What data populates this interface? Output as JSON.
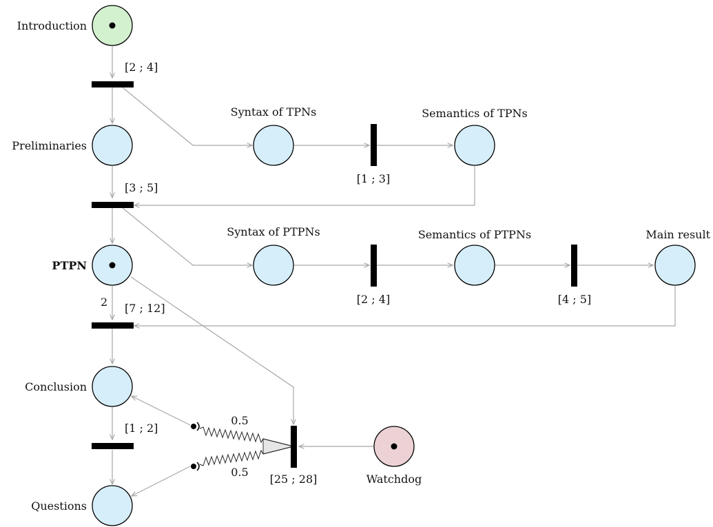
{
  "colors": {
    "place_fill": "#d6eef9",
    "intro_fill": "#d3f0cf",
    "watchdog_fill": "#ecd2d4",
    "arc": "#a6a6a6",
    "transition": "#000000",
    "cone_fill": "#e6e6e6"
  },
  "places": {
    "introduction": "Introduction",
    "preliminaries": "Preliminaries",
    "ptpn": "PTPN",
    "conclusion": "Conclusion",
    "questions": "Questions",
    "syntax_tpns": "Syntax of TPNs",
    "semantics_tpns": "Semantics of TPNs",
    "syntax_ptpns": "Syntax of PTPNs",
    "semantics_ptpns": "Semantics of PTPNs",
    "main_result": "Main result",
    "watchdog": "Watchdog"
  },
  "intervals": {
    "t1": "[2 ; 4]",
    "t2": "[3 ; 5]",
    "t3": "[7 ; 12]",
    "t4": "[1 ; 2]",
    "t_tpn": "[1 ; 3]",
    "t_ptpn1": "[2 ; 4]",
    "t_ptpn2": "[4 ; 5]",
    "t_watchdog": "[25 ; 28]"
  },
  "arc_weight": "2",
  "probabilities": {
    "upper": "0.5",
    "lower": "0.5"
  }
}
